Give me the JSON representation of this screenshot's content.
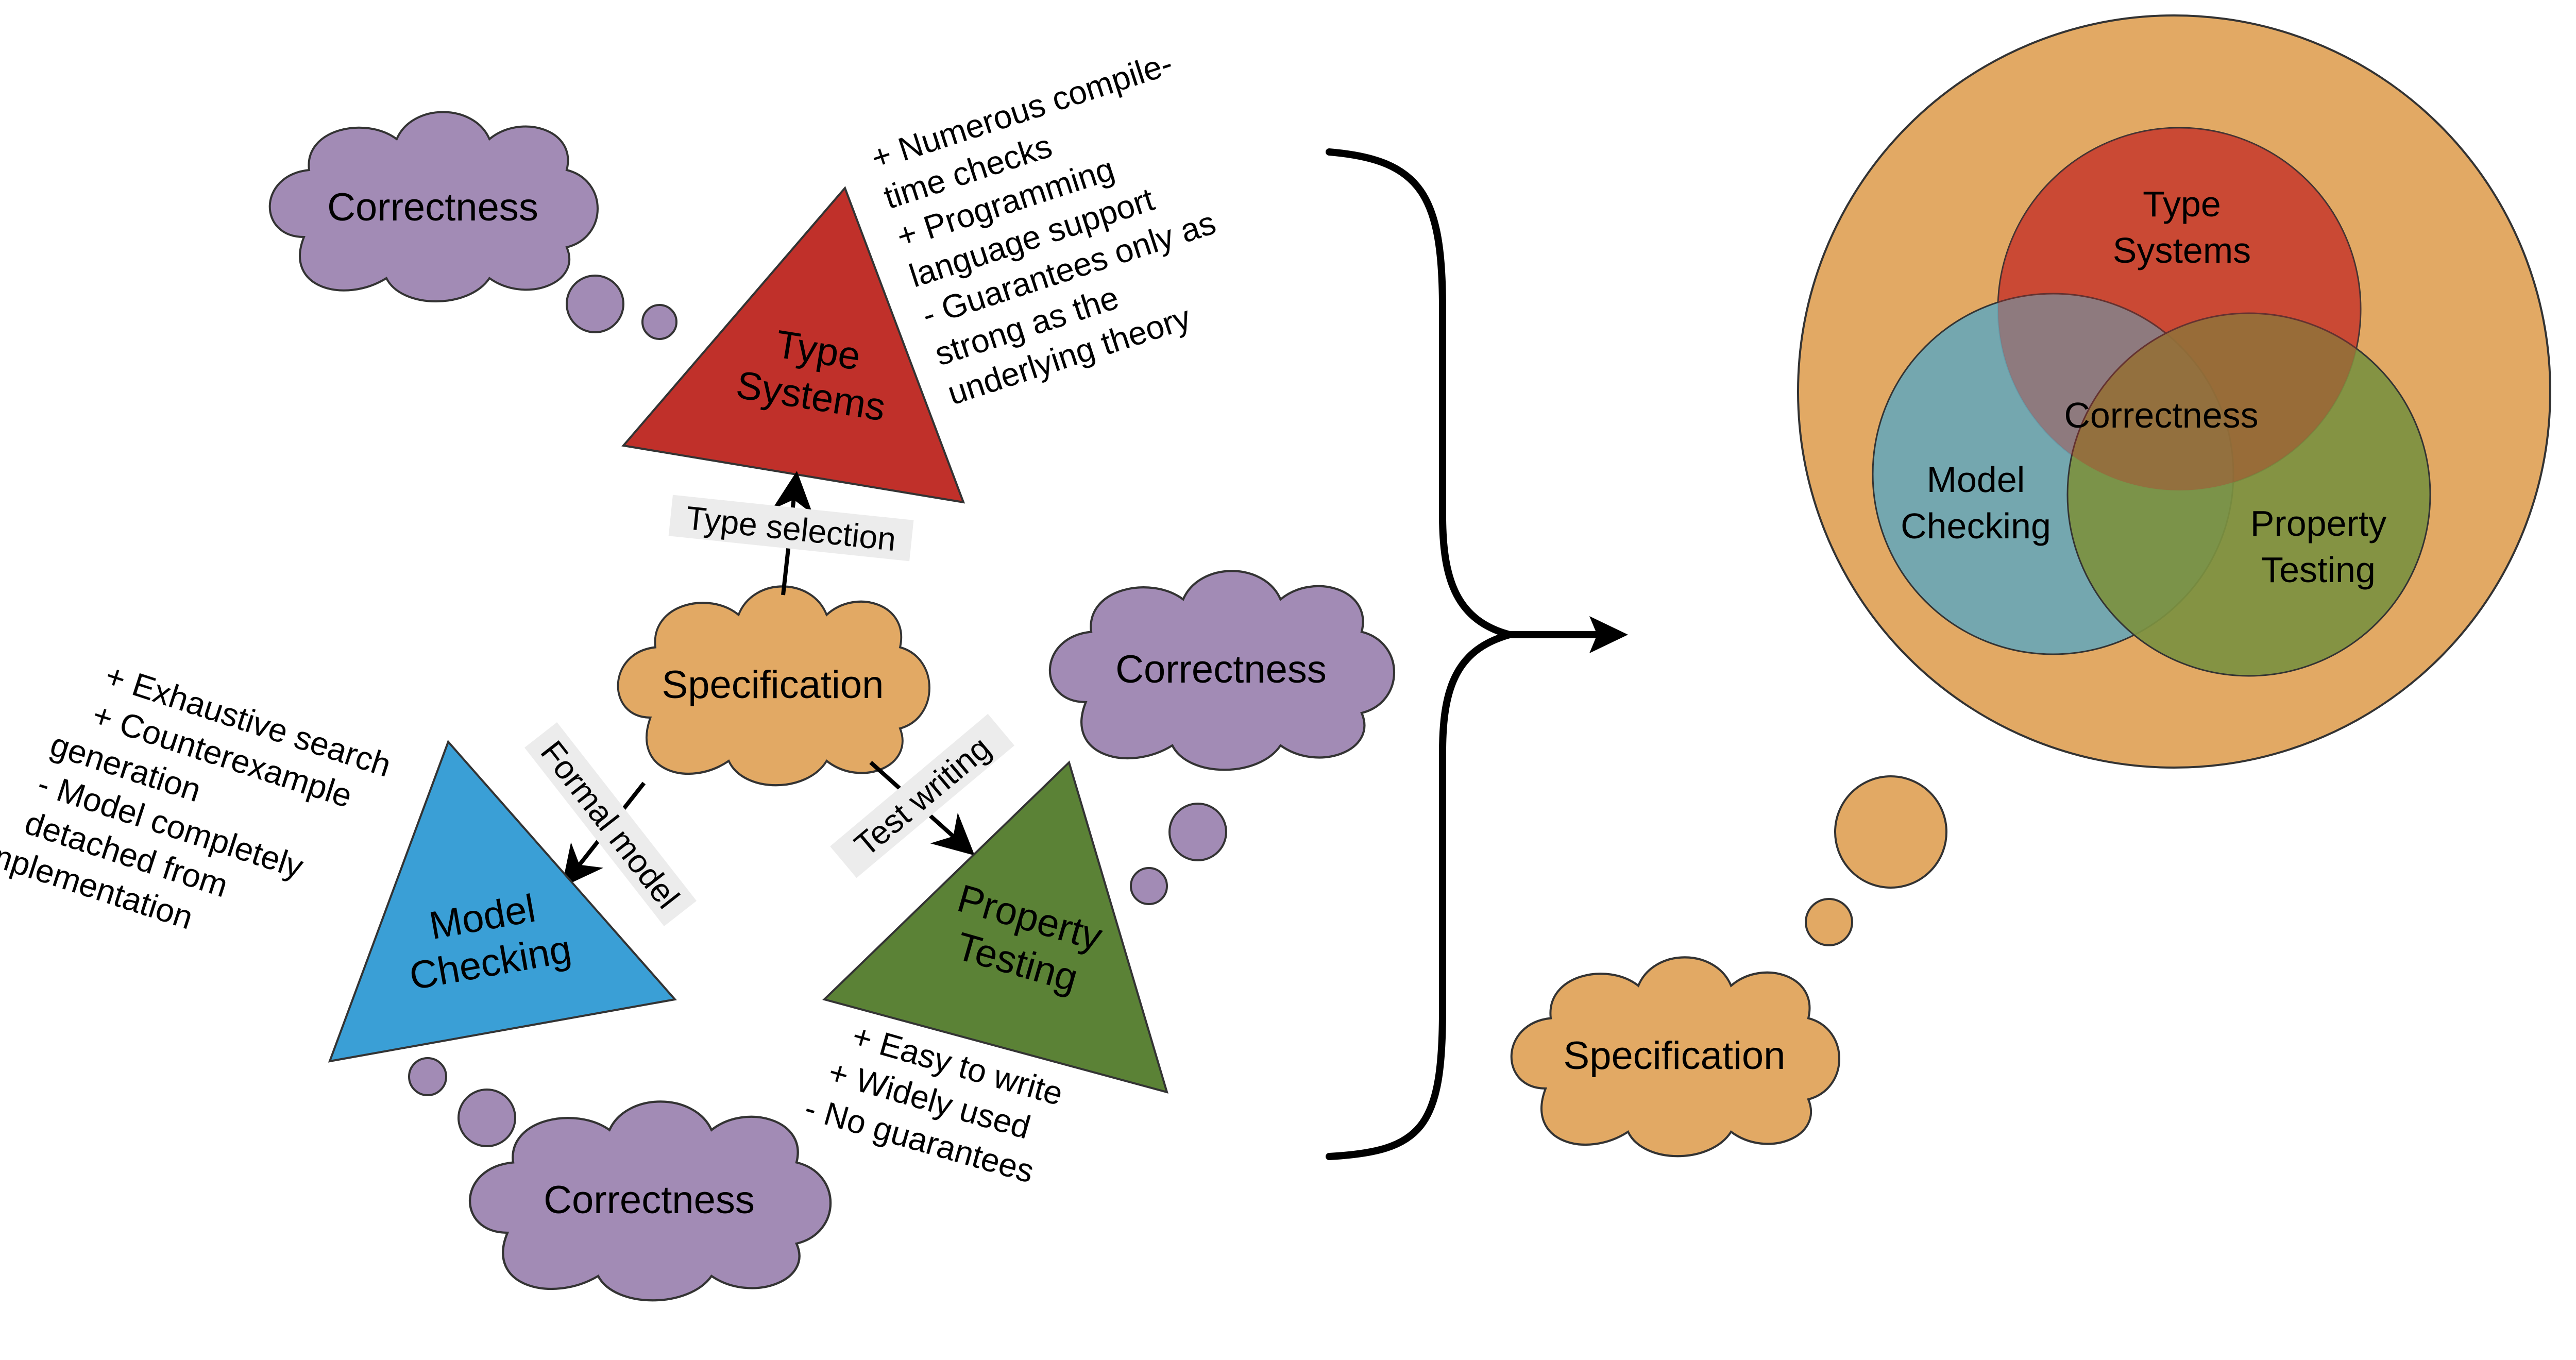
{
  "colors": {
    "type_systems": "#c0302a",
    "model_checking": "#3a9fd6",
    "property_testing": "#5b8236",
    "thought": "#a28bb5",
    "specification": "#e2a964",
    "edge_label_bg": "#ececec",
    "venn_outer": "#e2a964",
    "venn_type": "#cf5138",
    "venn_model": "#6aa7b5",
    "venn_property": "#7c9140"
  },
  "thoughts": {
    "top": "Correctness",
    "right": "Correctness",
    "bottom": "Correctness"
  },
  "spec_cloud": "Specification",
  "triangles": {
    "type_systems": [
      "Type",
      "Systems"
    ],
    "model_checking": [
      "Model",
      "Checking"
    ],
    "property_testing": [
      "Property",
      "Testing"
    ]
  },
  "edges": {
    "type_selection": "Type selection",
    "formal_model": "Formal model",
    "test_writing": "Test writing"
  },
  "notes": {
    "type_systems": [
      "+ Numerous compile-",
      "time checks",
      "+ Programming",
      "language support",
      "- Guarantees only as",
      "strong as the",
      "underlying theory"
    ],
    "model_checking": [
      "+ Exhaustive search",
      "+ Counterexample",
      "generation",
      "- Model completely",
      "detached from",
      "implementation"
    ],
    "property_testing": [
      "+ Easy to write",
      "+ Widely used",
      "- No guarantees"
    ]
  },
  "venn": {
    "type_systems": [
      "Type",
      "Systems"
    ],
    "center": "Correctness",
    "model_checking": [
      "Model",
      "Checking"
    ],
    "property_testing": [
      "Property",
      "Testing"
    ]
  },
  "spec_thought": "Specification"
}
